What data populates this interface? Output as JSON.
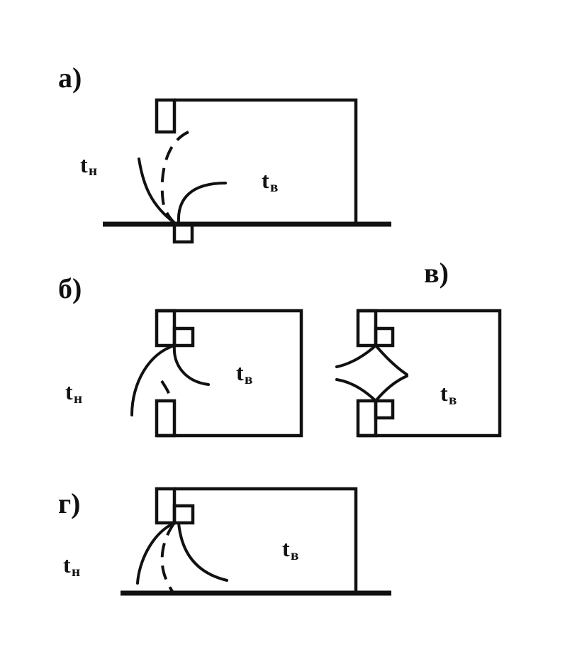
{
  "panels": {
    "a": {
      "label": "а)",
      "outside": {
        "main": "t",
        "sub": "н"
      },
      "inside": {
        "main": "t",
        "sub": "в"
      }
    },
    "b": {
      "label": "б)",
      "outside": {
        "main": "t",
        "sub": "н"
      },
      "inside": {
        "main": "t",
        "sub": "в"
      }
    },
    "v": {
      "label": "в)",
      "inside": {
        "main": "t",
        "sub": "в"
      }
    },
    "g": {
      "label": "г)",
      "outside": {
        "main": "t",
        "sub": "н"
      },
      "inside": {
        "main": "t",
        "sub": "в"
      }
    }
  }
}
